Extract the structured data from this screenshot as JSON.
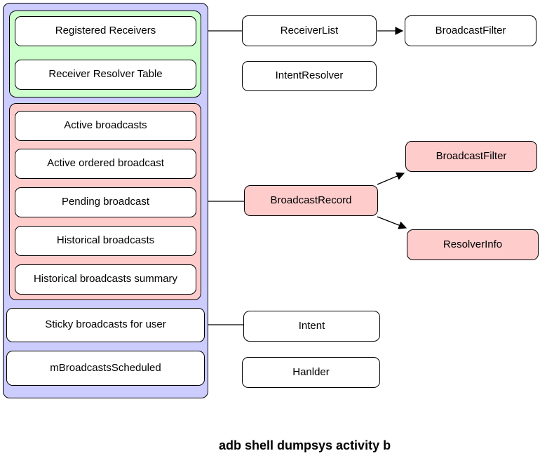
{
  "diagram": {
    "caption": "adb shell dumpsys activity b",
    "colors": {
      "container_fill": "#ccccff",
      "registered_group_fill": "#ccffcc",
      "broadcast_group_fill": "#ffcccc",
      "node_fill": "#ffffff",
      "highlight_node_fill": "#ffcccc",
      "border": "#000000"
    },
    "container": {
      "registered_group": {
        "items": [
          "Registered Receivers",
          "Receiver Resolver Table"
        ]
      },
      "broadcast_group": {
        "items": [
          "Active broadcasts",
          "Active ordered broadcast",
          "Pending broadcast",
          "Historical broadcasts",
          "Historical broadcasts summary"
        ]
      },
      "other_items": [
        "Sticky broadcasts for user",
        "mBroadcastsScheduled"
      ]
    },
    "nodes": {
      "receiver_list": "ReceiverList",
      "broadcast_filter_top": "BroadcastFilter",
      "intent_resolver": "IntentResolver",
      "broadcast_record": "BroadcastRecord",
      "broadcast_filter_record": "BroadcastFilter",
      "resolver_info": "ResolverInfo",
      "intent": "Intent",
      "handler": "Hanlder"
    },
    "connections": [
      "Registered Receivers — ReceiverList",
      "ReceiverList → BroadcastFilter",
      "Pending broadcast — BroadcastRecord",
      "BroadcastRecord → BroadcastFilter",
      "BroadcastRecord → ResolverInfo",
      "Sticky broadcasts for user — Intent"
    ]
  }
}
